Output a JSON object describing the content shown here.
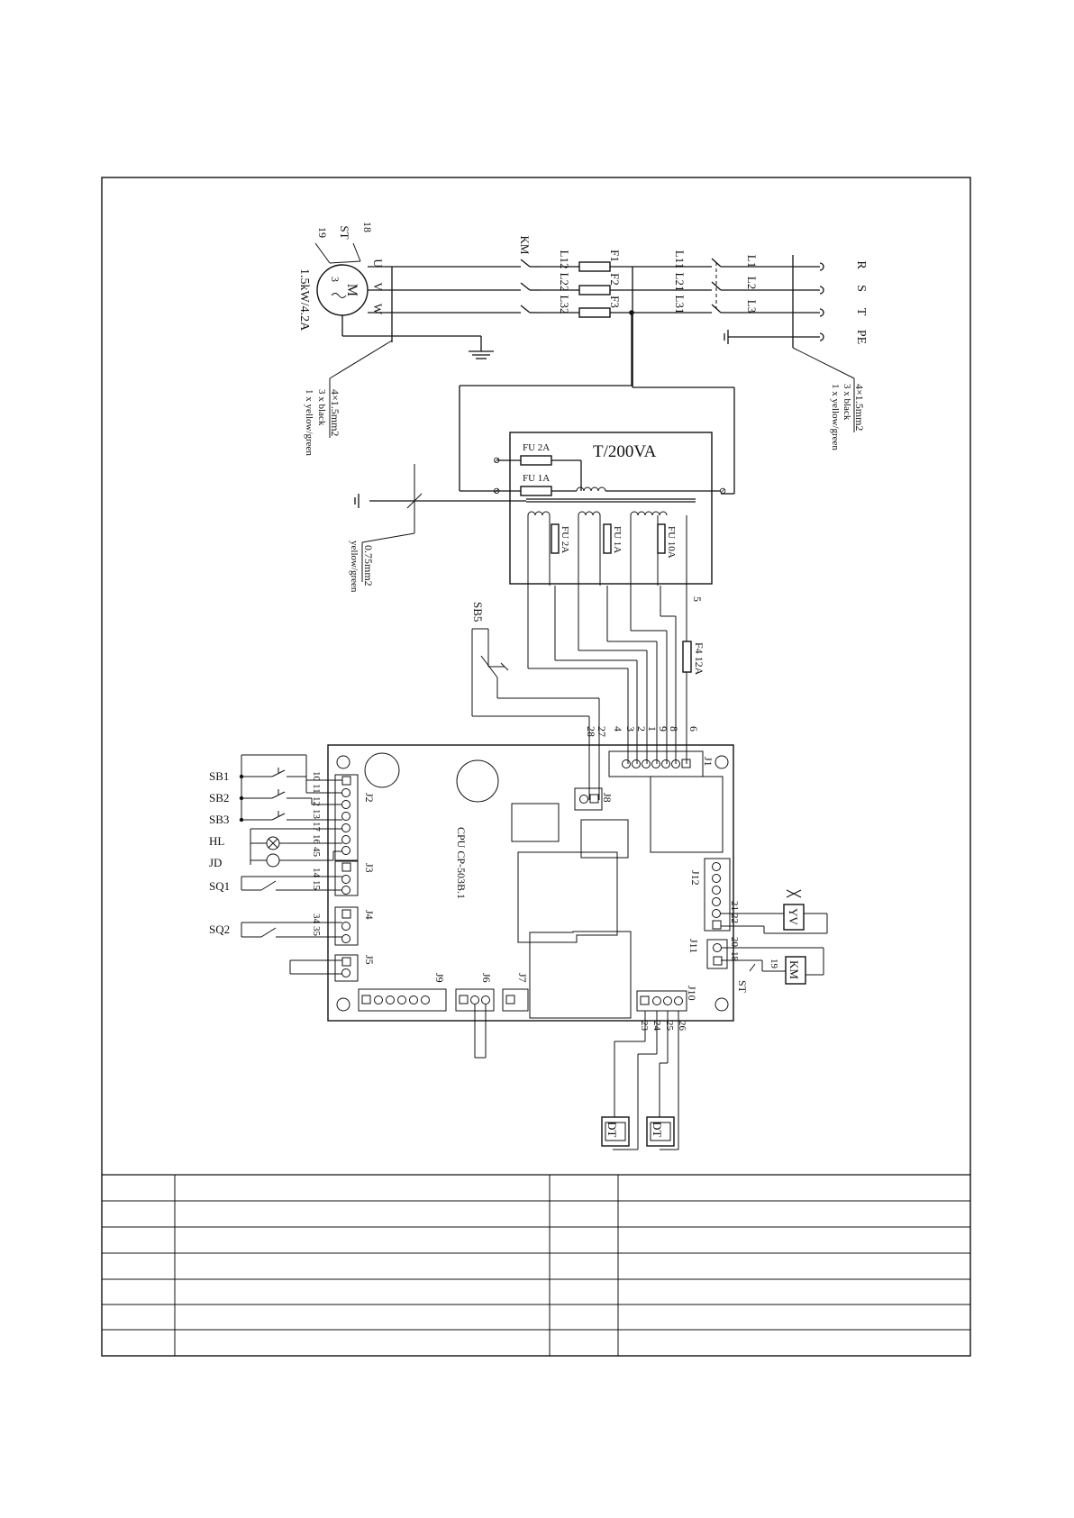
{
  "mains_in": {
    "phases": [
      "R",
      "S",
      "T",
      "PE"
    ],
    "lines": [
      "L1",
      "L2",
      "L3"
    ],
    "cable": [
      "4×1.5mm2",
      "3 x black",
      "1 x yellow/green"
    ]
  },
  "branch": {
    "labels": [
      "L11",
      "L21",
      "L31"
    ]
  },
  "fuses": {
    "labels": [
      "F1",
      "F2",
      "F3"
    ]
  },
  "contactor": {
    "label": "KM",
    "outputs": [
      "L12",
      "L22",
      "L32"
    ]
  },
  "motor": {
    "symbol": "M",
    "phase_mark": "3",
    "terminals": [
      "U",
      "V",
      "W"
    ],
    "rating": "1.5kW/4.2A",
    "thermal": "ST",
    "thermal_terms": [
      "18",
      "19"
    ],
    "cable": [
      "4×1.5mm2",
      "3 x black",
      "1 x yellow/green"
    ]
  },
  "transformer": {
    "title": "T/200VA",
    "primary_fuses": [
      "FU 2A",
      "FU 1A"
    ],
    "secondary_fuses": [
      "FU 2A",
      "FU 1A",
      "FU 10A"
    ],
    "terminal_5": "5"
  },
  "ground_cable": [
    "0.75mm2",
    "yellow/green"
  ],
  "fuse4": {
    "label": "F4 12A"
  },
  "sb5": {
    "label": "SB5"
  },
  "wire_numbers": [
    "28",
    "27",
    "4",
    "3",
    "2",
    "1",
    "9",
    "8",
    "6"
  ],
  "board": {
    "cpu": "CPU CP-503B.1",
    "conn": {
      "j1": "J1",
      "j2": "J2",
      "j3": "J3",
      "j4": "J4",
      "j5": "J5",
      "j6": "J6",
      "j7": "J7",
      "j8": "J8",
      "j9": "J9",
      "j10": "J10",
      "j11": "J11",
      "j12": "J12"
    },
    "j2_pins": [
      "10",
      "11",
      "12",
      "13",
      "17",
      "16",
      "45"
    ],
    "j3_pins": [
      "14",
      "15"
    ],
    "j4_pins": [
      "34",
      "35"
    ],
    "j10_pins": [
      "23",
      "24",
      "25",
      "26"
    ],
    "j11_pins": [
      "20",
      "18"
    ],
    "j12_pins": [
      "21",
      "22"
    ]
  },
  "left_devices": [
    "SB1",
    "SB2",
    "SB3",
    "HL",
    "JD",
    "SQ1",
    "SQ2"
  ],
  "right_devices": {
    "yv": "YV",
    "km": "KM",
    "st": "ST",
    "st_pin": "19"
  },
  "sensors": [
    "DT",
    "DT"
  ]
}
